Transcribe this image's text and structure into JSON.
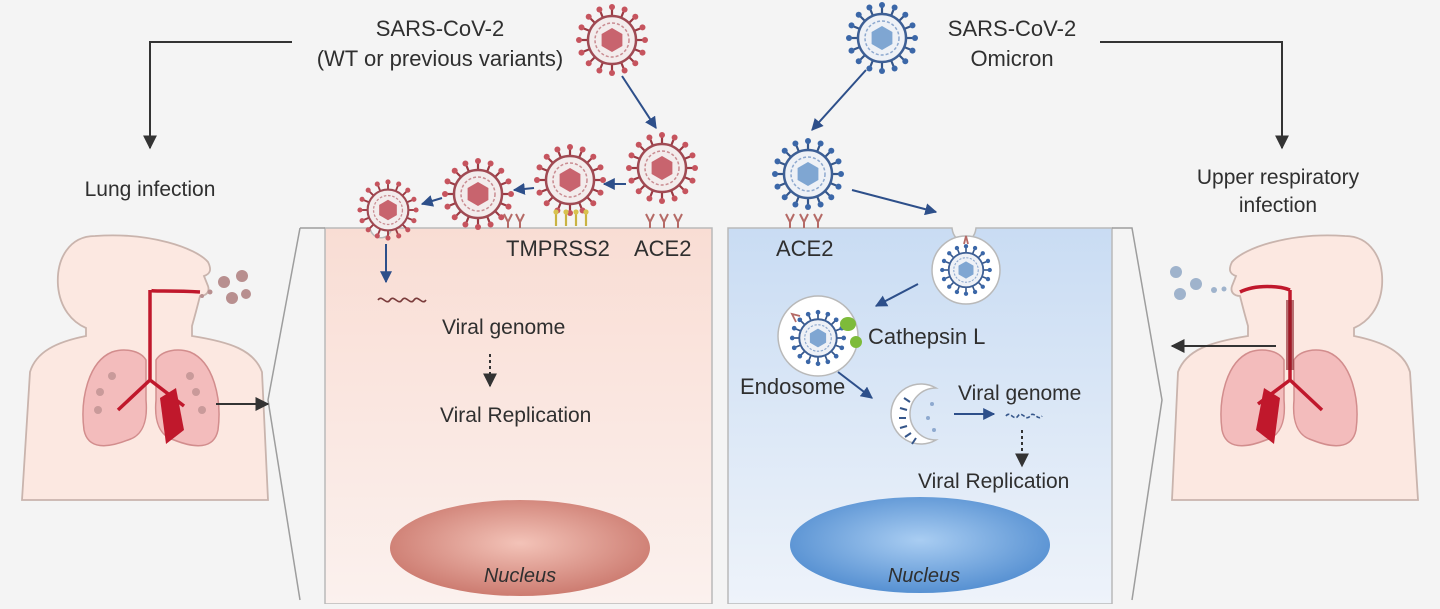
{
  "left": {
    "virus_title_line1": "SARS-CoV-2",
    "virus_title_line2": "(WT or previous variants)",
    "route_label": "Lung infection",
    "protease_label": "TMPRSS2",
    "receptor_label": "ACE2",
    "genome_label": "Viral genome",
    "replication_label": "Viral Replication",
    "nucleus_label": "Nucleus"
  },
  "right": {
    "virus_title_line1": "SARS-CoV-2",
    "virus_title_line2": "Omicron",
    "route_label_line1": "Upper respiratory",
    "route_label_line2": "infection",
    "receptor_label": "ACE2",
    "cathepsin_label": "Cathepsin L",
    "endosome_label": "Endosome",
    "genome_label": "Viral genome",
    "replication_label": "Viral Replication",
    "nucleus_label": "Nucleus"
  },
  "colors": {
    "wt_virus": "#c96b73",
    "omicron_virus": "#6f9ac4",
    "left_cell": "#f8e2dc",
    "right_cell": "#d3e2f4",
    "arrow": "#2d4f8a",
    "artery": "#c0182c"
  }
}
